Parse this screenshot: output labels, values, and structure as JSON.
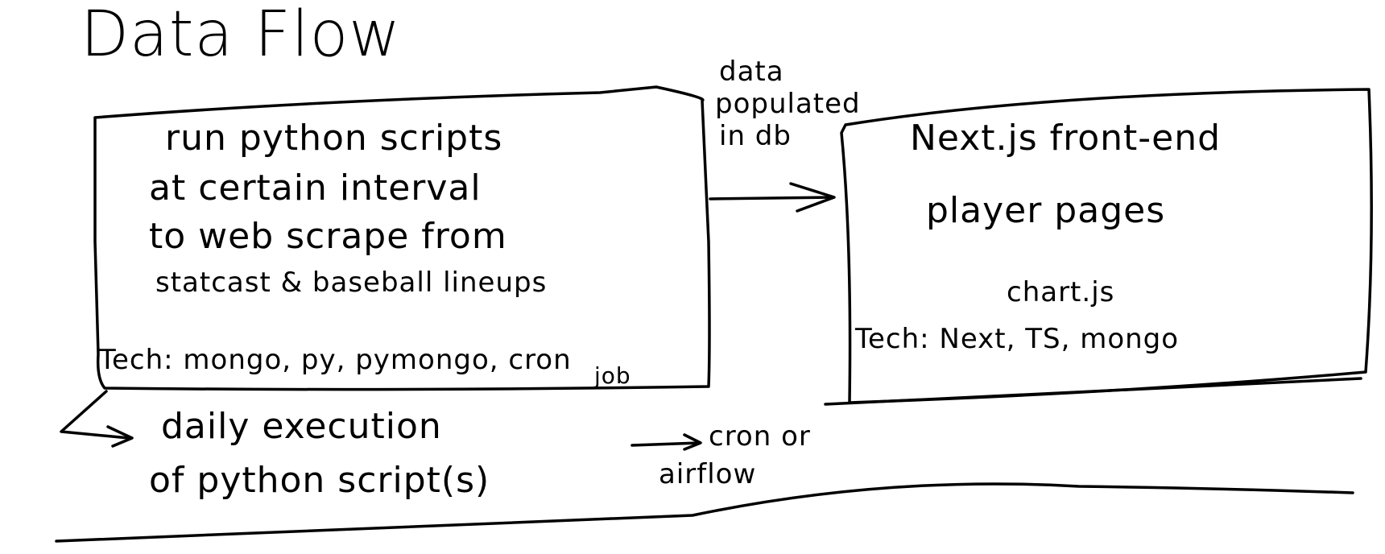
{
  "title": "Data Flow",
  "left_box": {
    "lines": [
      "run python scripts",
      "at certain interval",
      "to web scrape from",
      "statcast & baseball lineups"
    ],
    "tech": "Tech: mongo, py, pymongo, cron",
    "tech_cont": "job"
  },
  "arrow_label": {
    "lines": [
      "data",
      "populated",
      "in db"
    ]
  },
  "right_box": {
    "lines": [
      "Next.js front-end",
      "player pages",
      "chart.js"
    ],
    "tech": "Tech: Next, TS, mongo"
  },
  "bottom": {
    "lines": [
      "daily execution",
      "of python script(s)"
    ],
    "note_lines": [
      "cron or",
      "airflow"
    ]
  }
}
